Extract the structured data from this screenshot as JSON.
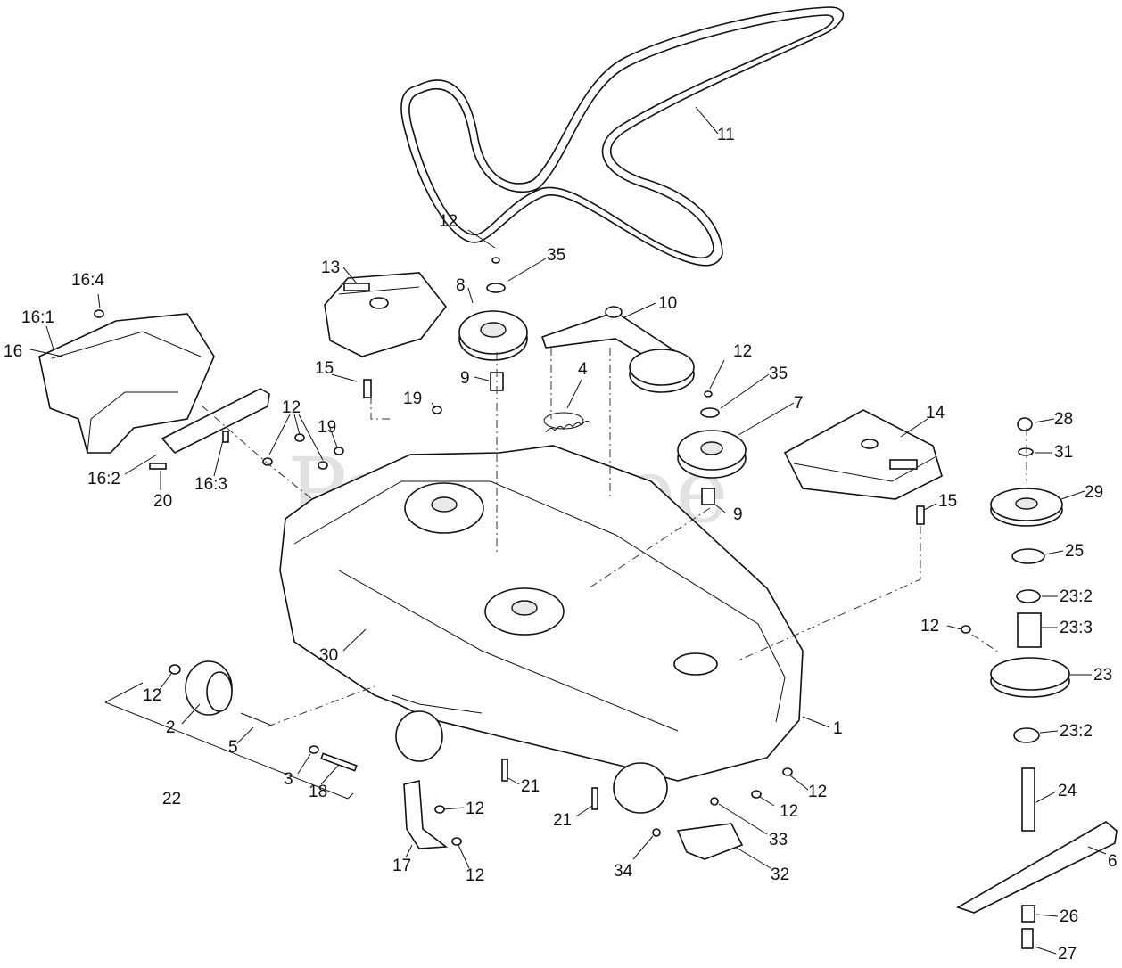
{
  "watermark": {
    "text": "PartsTree",
    "trademark": "™"
  },
  "callouts": [
    {
      "id": "11",
      "text": "11"
    },
    {
      "id": "12a",
      "text": "12"
    },
    {
      "id": "35a",
      "text": "35"
    },
    {
      "id": "8",
      "text": "8"
    },
    {
      "id": "10",
      "text": "10"
    },
    {
      "id": "13",
      "text": "13"
    },
    {
      "id": "9a",
      "text": "9"
    },
    {
      "id": "4",
      "text": "4"
    },
    {
      "id": "12b",
      "text": "12"
    },
    {
      "id": "35b",
      "text": "35"
    },
    {
      "id": "7",
      "text": "7"
    },
    {
      "id": "14",
      "text": "14"
    },
    {
      "id": "28",
      "text": "28"
    },
    {
      "id": "31",
      "text": "31"
    },
    {
      "id": "29",
      "text": "29"
    },
    {
      "id": "9b",
      "text": "9"
    },
    {
      "id": "15b",
      "text": "15"
    },
    {
      "id": "25",
      "text": "25"
    },
    {
      "id": "23-2a",
      "text": "23:2"
    },
    {
      "id": "23-3",
      "text": "23:3"
    },
    {
      "id": "12c",
      "text": "12"
    },
    {
      "id": "23",
      "text": "23"
    },
    {
      "id": "23-2b",
      "text": "23:2"
    },
    {
      "id": "24",
      "text": "24"
    },
    {
      "id": "6",
      "text": "6"
    },
    {
      "id": "26",
      "text": "26"
    },
    {
      "id": "27",
      "text": "27"
    },
    {
      "id": "16-4",
      "text": "16:4"
    },
    {
      "id": "16-1",
      "text": "16:1"
    },
    {
      "id": "16",
      "text": "16"
    },
    {
      "id": "15a",
      "text": "15"
    },
    {
      "id": "19a",
      "text": "19"
    },
    {
      "id": "12d",
      "text": "12"
    },
    {
      "id": "19b",
      "text": "19"
    },
    {
      "id": "16-2",
      "text": "16:2"
    },
    {
      "id": "20",
      "text": "20"
    },
    {
      "id": "16-3",
      "text": "16:3"
    },
    {
      "id": "30",
      "text": "30"
    },
    {
      "id": "1",
      "text": "1"
    },
    {
      "id": "12e",
      "text": "12"
    },
    {
      "id": "2",
      "text": "2"
    },
    {
      "id": "5",
      "text": "5"
    },
    {
      "id": "3",
      "text": "3"
    },
    {
      "id": "18",
      "text": "18"
    },
    {
      "id": "22",
      "text": "22"
    },
    {
      "id": "21a",
      "text": "21"
    },
    {
      "id": "21b",
      "text": "21"
    },
    {
      "id": "12f",
      "text": "12"
    },
    {
      "id": "12g",
      "text": "12"
    },
    {
      "id": "12h",
      "text": "12"
    },
    {
      "id": "12i",
      "text": "12"
    },
    {
      "id": "17",
      "text": "17"
    },
    {
      "id": "33",
      "text": "33"
    },
    {
      "id": "34",
      "text": "34"
    },
    {
      "id": "32",
      "text": "32"
    }
  ]
}
